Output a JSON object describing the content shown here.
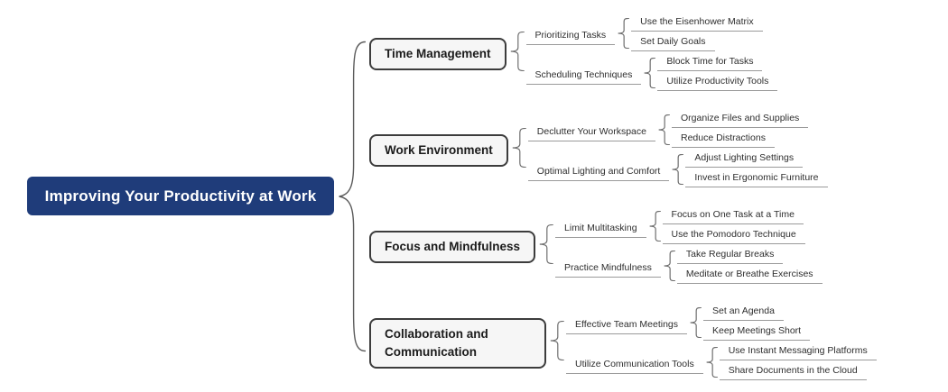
{
  "root": {
    "label": "Improving Your Productivity at Work"
  },
  "branches": [
    {
      "label": "Time Management",
      "children": [
        {
          "label": "Prioritizing Tasks",
          "leaves": [
            "Use the Eisenhower Matrix",
            "Set Daily Goals"
          ]
        },
        {
          "label": "Scheduling Techniques",
          "leaves": [
            "Block Time for Tasks",
            "Utilize Productivity Tools"
          ]
        }
      ]
    },
    {
      "label": "Work Environment",
      "children": [
        {
          "label": "Declutter Your Workspace",
          "leaves": [
            "Organize Files and Supplies",
            "Reduce Distractions"
          ]
        },
        {
          "label": "Optimal Lighting and Comfort",
          "leaves": [
            "Adjust Lighting Settings",
            "Invest in Ergonomic Furniture"
          ]
        }
      ]
    },
    {
      "label": "Focus and Mindfulness",
      "children": [
        {
          "label": "Limit Multitasking",
          "leaves": [
            "Focus on One Task at a Time",
            "Use the Pomodoro Technique"
          ]
        },
        {
          "label": "Practice Mindfulness",
          "leaves": [
            "Take Regular Breaks",
            "Meditate or Breathe Exercises"
          ]
        }
      ]
    },
    {
      "label": "Collaboration and Communication",
      "children": [
        {
          "label": "Effective Team Meetings",
          "leaves": [
            "Set an Agenda",
            "Keep Meetings Short"
          ]
        },
        {
          "label": "Utilize Communication Tools",
          "leaves": [
            "Use Instant Messaging Platforms",
            "Share Documents in the Cloud"
          ]
        }
      ]
    }
  ],
  "colors": {
    "root_bg": "#1f3c7a",
    "root_text": "#ffffff",
    "branch_bg": "#f6f6f6",
    "branch_border": "#3c3c3c",
    "label_text": "#2e2e2e",
    "underline": "#9a9a9a",
    "brace": "#6f6f6f",
    "canvas_bg": "#ffffff"
  }
}
